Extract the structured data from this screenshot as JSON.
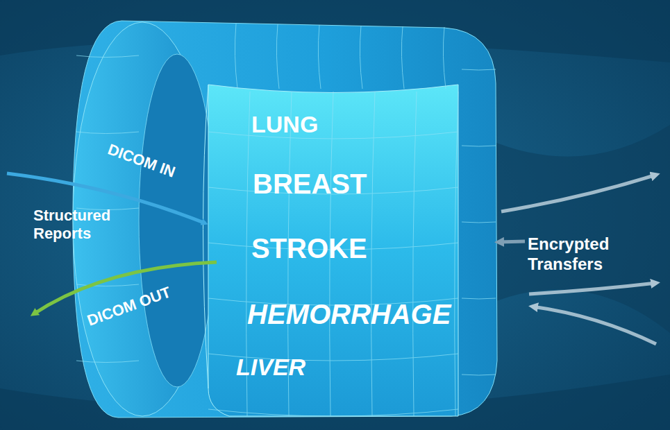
{
  "diagram": {
    "nodes": [
      {
        "text": [
          "LUNG",
          "BREAST",
          "STROKE",
          "HEMORRHAGE",
          "LIVER"
        ]
      }
    ],
    "labels": [
      "DICOM IN",
      "Structured Reports",
      "DICOM OUT",
      "Encrypted Transfers"
    ]
  }
}
